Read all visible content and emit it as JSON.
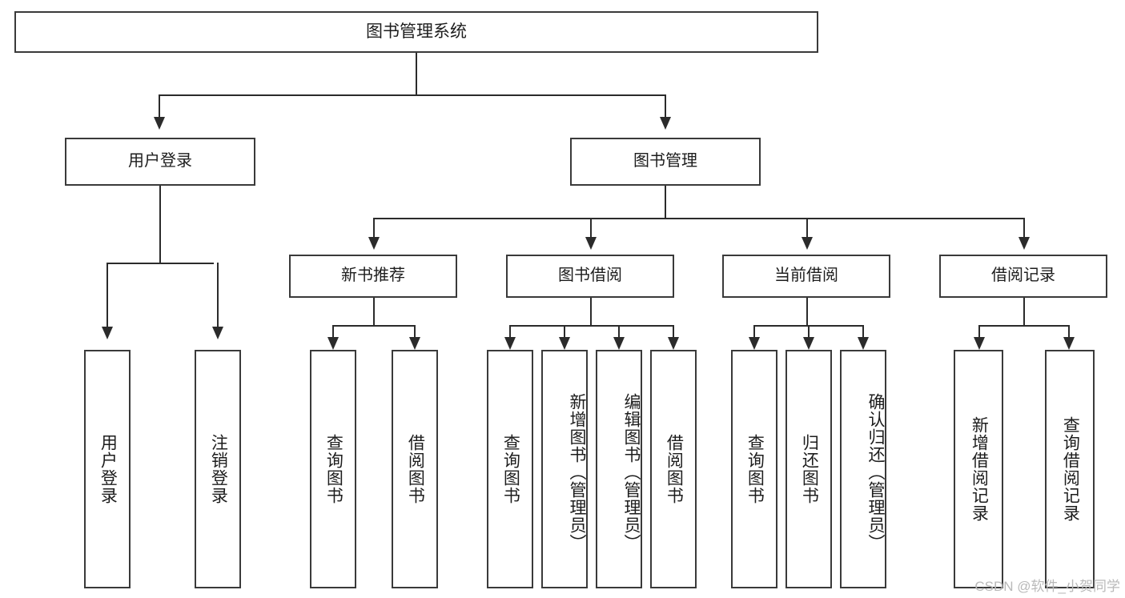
{
  "diagram": {
    "type": "tree",
    "title": "图书管理系统",
    "root": {
      "label": "图书管理系统"
    },
    "level2": [
      {
        "label": "用户登录"
      },
      {
        "label": "图书管理"
      }
    ],
    "level3": [
      {
        "label": "新书推荐"
      },
      {
        "label": "图书借阅"
      },
      {
        "label": "当前借阅"
      },
      {
        "label": "借阅记录"
      }
    ],
    "leaves": {
      "user_login": [
        {
          "label": "用户登录"
        },
        {
          "label": "注销登录"
        }
      ],
      "new_book_recommend": [
        {
          "label": "查询图书"
        },
        {
          "label": "借阅图书"
        }
      ],
      "book_borrow": [
        {
          "label": "查询图书"
        },
        {
          "label": "新增图书（管理员）"
        },
        {
          "label": "编辑图书（管理员）"
        },
        {
          "label": "借阅图书"
        }
      ],
      "current_borrow": [
        {
          "label": "查询图书"
        },
        {
          "label": "归还图书"
        },
        {
          "label": "确认归还（管理员）"
        }
      ],
      "borrow_record": [
        {
          "label": "新增借阅记录"
        },
        {
          "label": "查询借阅记录"
        }
      ]
    }
  },
  "watermark": {
    "text": "CSDN @软件_小贺同学"
  },
  "colors": {
    "box_border": "#3a3a3a",
    "line": "#2b2b2b",
    "background": "#ffffff",
    "text": "#1d1d1d",
    "watermark": "#b9b9b9"
  }
}
